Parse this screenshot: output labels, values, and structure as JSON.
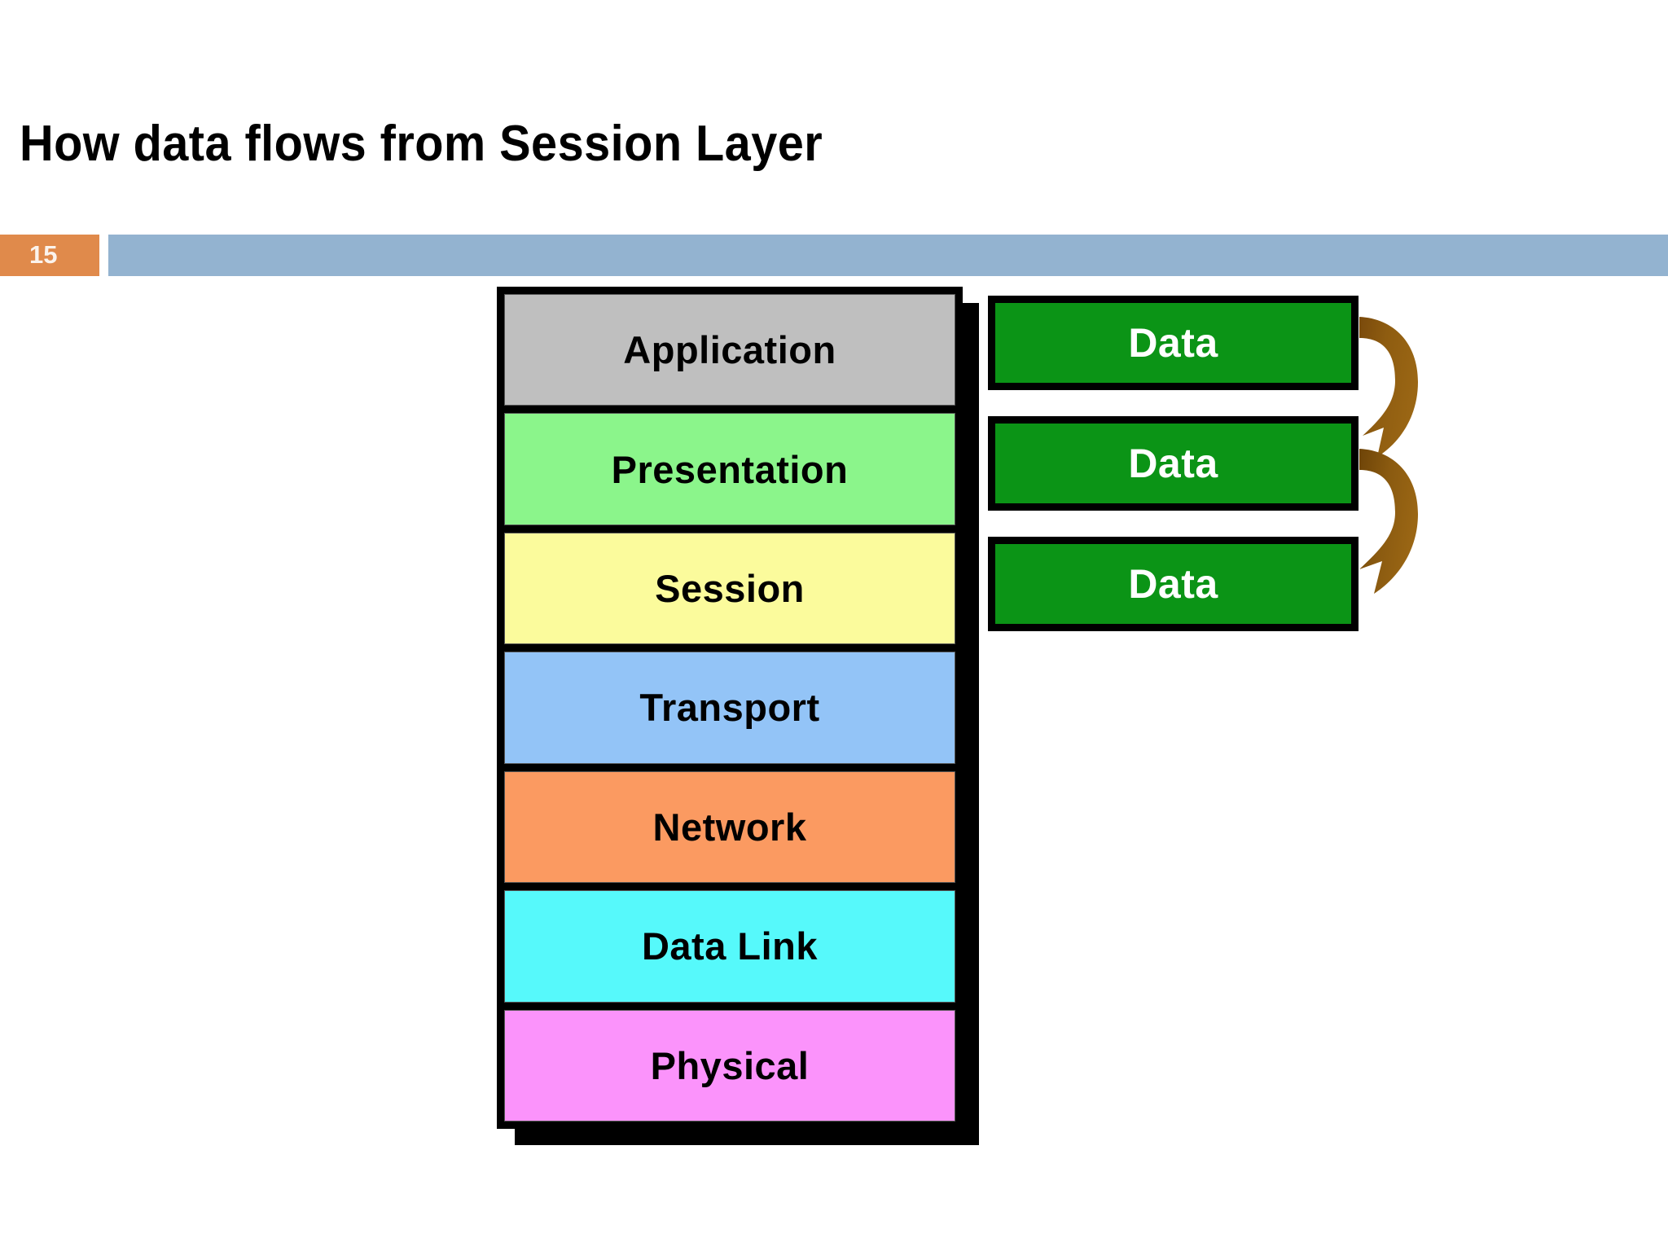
{
  "slide": {
    "title": "How data flows from Session Layer",
    "page_number": "15",
    "badge_color": "#E08A4B",
    "band_color": "#93B3D0"
  },
  "osi_stack": {
    "name": "osi-layer-stack",
    "layers": [
      {
        "label": "Application",
        "color": "#BFBFBF"
      },
      {
        "label": "Presentation",
        "color": "#8BF58B"
      },
      {
        "label": "Session",
        "color": "#FBFB9C"
      },
      {
        "label": "Transport",
        "color": "#93C4F7"
      },
      {
        "label": "Network",
        "color": "#FB9A61"
      },
      {
        "label": "Data Link",
        "color": "#56F9FB"
      },
      {
        "label": "Physical",
        "color": "#FB93FB"
      }
    ]
  },
  "packets": {
    "box_color": "#0B9416",
    "text_color": "#FFFFFF",
    "items": [
      {
        "label": "Data"
      },
      {
        "label": "Data"
      },
      {
        "label": "Data"
      }
    ]
  },
  "flow_arrow": {
    "name": "curved-flow-arrow",
    "color": "#8A5A10",
    "color_dark": "#6E4408",
    "direction": "downward-cascade",
    "segments": 2
  }
}
